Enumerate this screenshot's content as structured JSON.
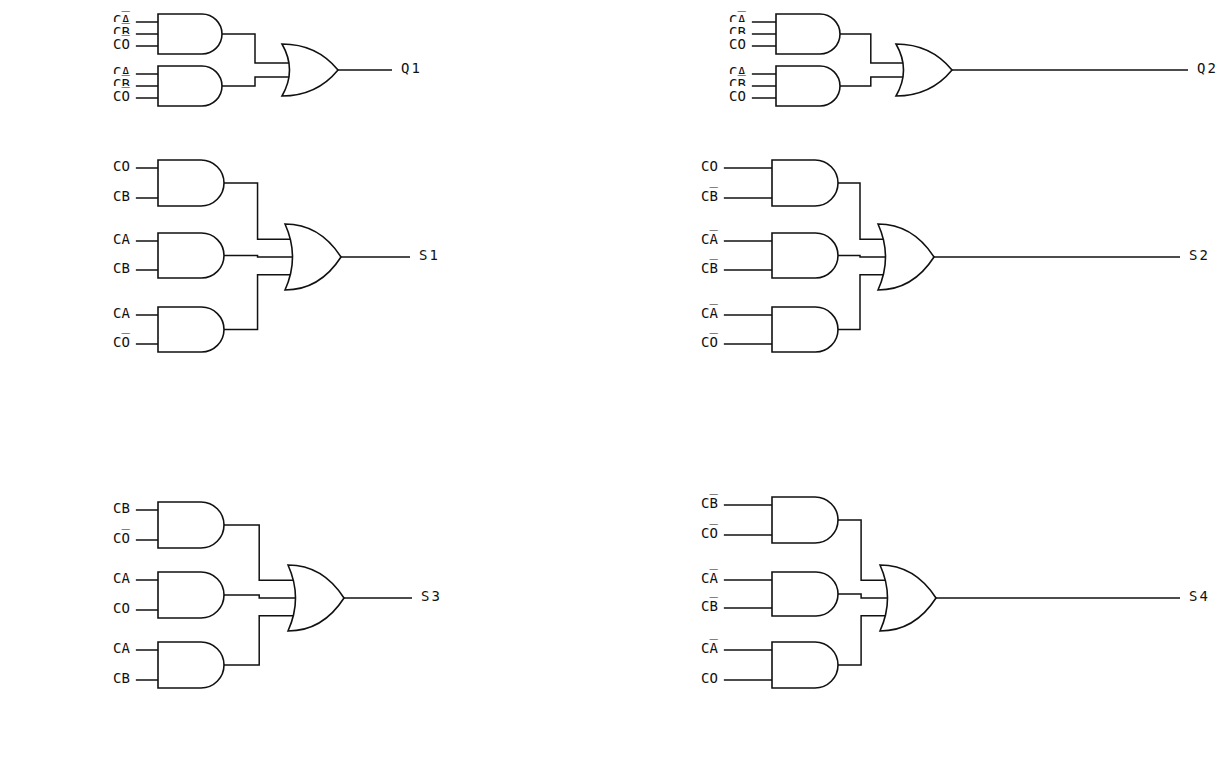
{
  "diagram": {
    "labels": [
      "CA̅",
      "CB̅",
      "CO̅",
      "CA",
      "CB̅",
      "CO̅",
      "Q1",
      "CA̅",
      "CB",
      "CO",
      "CA",
      "CB̅",
      "CO",
      "Q2",
      "CO",
      "CB",
      "CA",
      "CB",
      "CA",
      "CO̅",
      "S1",
      "CO",
      "CB̅",
      "CA̅",
      "CB̅",
      "CA̅",
      "CO̅",
      "S2",
      "CB",
      "CO̅",
      "CA",
      "CO",
      "CA",
      "CB",
      "S3",
      "CB̅",
      "CO̅",
      "CA̅",
      "CB̅",
      "CA̅",
      "CO",
      "S4"
    ]
  }
}
